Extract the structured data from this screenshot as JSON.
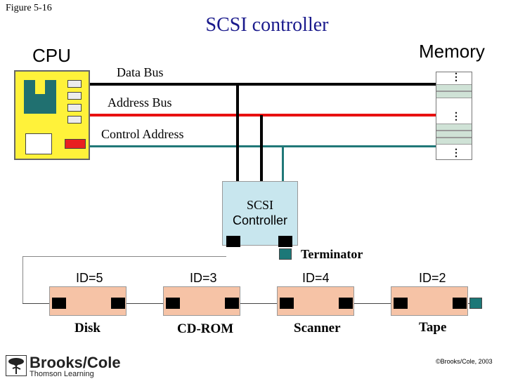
{
  "figure_label": "Figure 5-16",
  "title": "SCSI controller",
  "cpu": {
    "label": "CPU"
  },
  "memory": {
    "label": "Memory",
    "dots": "⋮"
  },
  "buses": {
    "data": "Data Bus",
    "address": "Address Bus",
    "control": "Control Address"
  },
  "controller": {
    "line1": "SCSI",
    "line2": "Controller"
  },
  "terminator": "Terminator",
  "devices": [
    {
      "id": "ID=5",
      "name": "Disk"
    },
    {
      "id": "ID=3",
      "name": "CD-ROM"
    },
    {
      "id": "ID=4",
      "name": "Scanner"
    },
    {
      "id": "ID=2",
      "name": "Tape"
    }
  ],
  "footer": {
    "publisher": "Brooks/Cole",
    "publisher_sub": "Thomson Learning",
    "copyright": "©Brooks/Cole, 2003"
  },
  "colors": {
    "title": "#1a1a8c",
    "data_bus": "#000000",
    "address_bus": "#e81010",
    "control_bus": "#207878",
    "cpu": "#fff23a",
    "controller": "#c8e6ee",
    "device": "#f6c3a6",
    "terminator": "#1c7878"
  }
}
